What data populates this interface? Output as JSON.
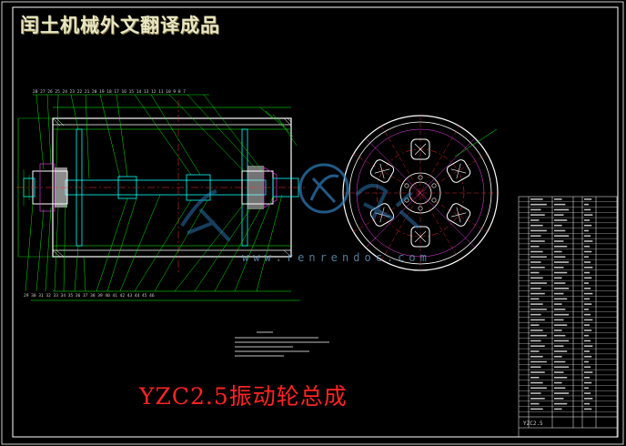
{
  "header": {
    "text": "闰土机械外文翻译成品"
  },
  "drawing_title": {
    "text": "YZC2.5振动轮总成"
  },
  "watermark": {
    "text": "www.renrendoc.com"
  },
  "title_block": {
    "scale_note": "YZC2.5"
  },
  "colors": {
    "background": "#000000",
    "frame": "#ffffff",
    "header": "#e7e7c4",
    "title": "#ff2424",
    "watermark": "#2f7fbf",
    "cyan_lines": "#00ffff",
    "green_lines": "#00ff00",
    "red_centerlines": "#ff3030",
    "magenta_lines": "#ff40ff"
  }
}
